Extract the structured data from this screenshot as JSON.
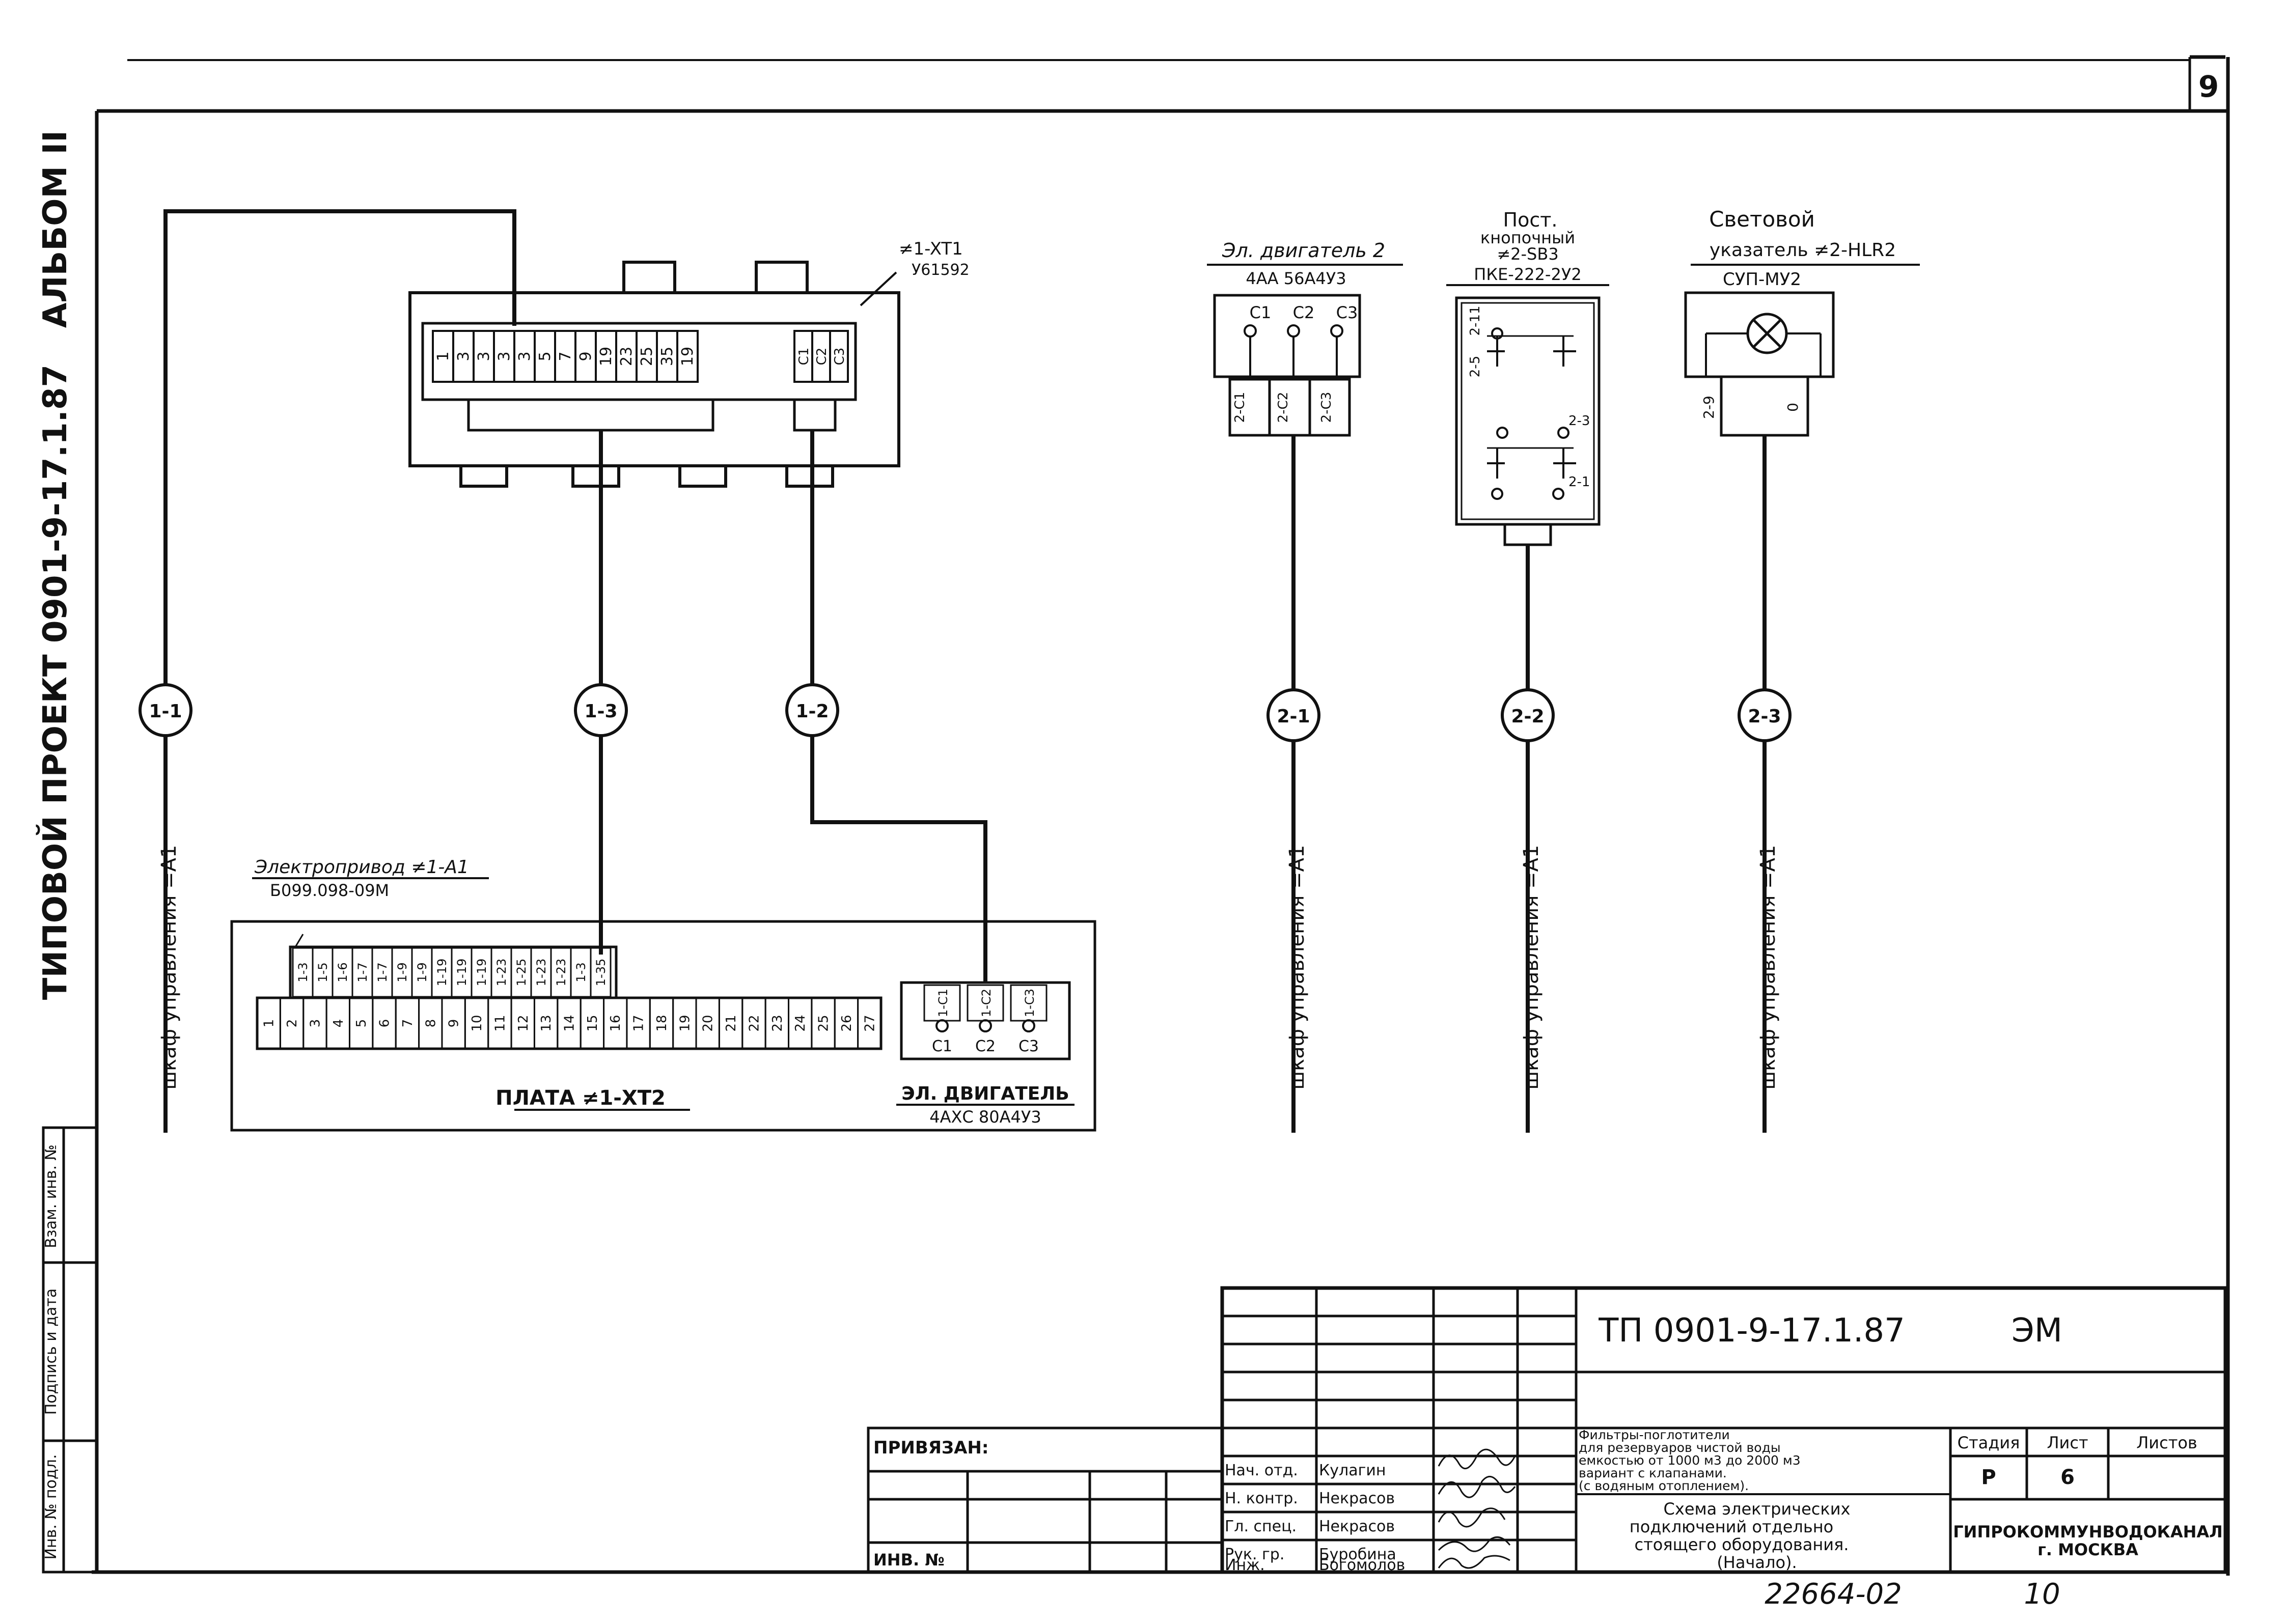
{
  "sheet": {
    "page_number": "9",
    "album": "АЛЬБОМ II",
    "project": "ТИПОВОЙ ПРОЕКТ 0901-9-17.1.87"
  },
  "xt1": {
    "ref": "≠1-XT1",
    "type": "У61592",
    "left_terms": [
      "1",
      "3",
      "3",
      "3",
      "3",
      "5",
      "7",
      "9",
      "19",
      "23",
      "25",
      "35",
      "19"
    ],
    "right_terms": [
      "C1",
      "C2",
      "C3"
    ]
  },
  "actuator": {
    "ref": "Электропривод ≠1-А1",
    "type": "Б099.098-09М",
    "wire_labels": [
      "1-3",
      "1-5",
      "1-6",
      "1-7",
      "1-7",
      "1-9",
      "1-9",
      "1-19",
      "1-19",
      "1-19",
      "1-23",
      "1-25",
      "1-23",
      "1-23",
      "1-3",
      "1-35"
    ],
    "terminals": [
      "1",
      "2",
      "3",
      "4",
      "5",
      "6",
      "7",
      "8",
      "9",
      "10",
      "11",
      "12",
      "13",
      "14",
      "15",
      "16",
      "17",
      "18",
      "19",
      "20",
      "21",
      "22",
      "23",
      "24",
      "25",
      "26",
      "27"
    ]
  },
  "board": {
    "label": "ПЛАТА ≠1-XT2"
  },
  "motor1": {
    "wire_labels": [
      "1-C1",
      "1-C2",
      "1-C3"
    ],
    "terms": [
      "C1",
      "C2",
      "C3"
    ],
    "name": "ЭЛ. ДВИГАТЕЛЬ",
    "type": "4АХС 80А4У3"
  },
  "motor2": {
    "name": "Эл. двигатель 2",
    "type": "4АА 56А4У3",
    "terms": [
      "C1",
      "C2",
      "C3"
    ],
    "wire_labels": [
      "2-C1",
      "2-C2",
      "2-C3"
    ]
  },
  "post": {
    "name1": "Пост.",
    "name2": "кнопочный",
    "ref": "≠2-SB3",
    "type": "ПКЕ-222-2У2",
    "labels": [
      "2-11",
      "2-5",
      "2-3",
      "2-1"
    ]
  },
  "lamp": {
    "name1": "Световой",
    "name2": "указатель ≠2-HLR2",
    "type": "СУП-МУ2",
    "wire_label": "2-9",
    "term": "0"
  },
  "cables": [
    "1-1",
    "1-3",
    "1-2",
    "2-1",
    "2-2",
    "2-3"
  ],
  "cabinet_label": "шкаф управления =А1",
  "left_strip": [
    "Инв. № подл.",
    "Подпись и дата",
    "Взам. инв. №"
  ],
  "title_block": {
    "doc_code": "ТП 0901-9-17.1.87",
    "doc_mark": "ЭМ",
    "bound": "ПРИВЯЗАН:",
    "inv": "ИНВ. №",
    "roles": [
      "Нач. отд.",
      "Н. контр.",
      "Гл. спец.",
      "Рук. гр.",
      "Инж."
    ],
    "names": [
      "Кулагин",
      "Некрасов",
      "Некрасов",
      "Буробина",
      "Богомолов"
    ],
    "desc": [
      "Фильтры-поглотители",
      "для резервуаров чистой воды",
      "емкостью от 1000 м3 до 2000 м3",
      "вариант с клапанами.",
      "(с водяным отоплением)."
    ],
    "scheme": [
      "Схема электрических",
      "подключений отдельно",
      "стоящего оборудования.",
      "(Начало)."
    ],
    "stage_h": "Стадия",
    "sheet_h": "Лист",
    "sheets_h": "Листов",
    "stage": "Р",
    "sheet_no": "6",
    "org1": "ГИПРОКОММУНВОДОКАНАЛ",
    "org2": "г. МОСКВА",
    "archive_no": "22664-02",
    "archive_sheet": "10"
  },
  "colors": {
    "ink": "#111111",
    "paper": "#ffffff"
  }
}
